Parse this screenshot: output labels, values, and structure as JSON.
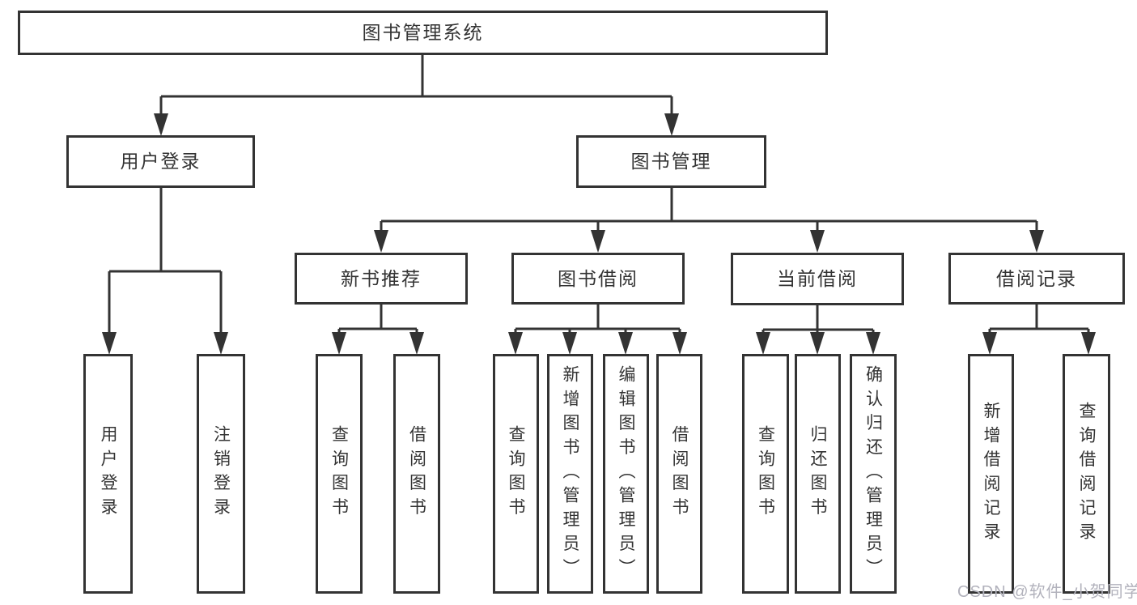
{
  "page": {
    "background_color": "#ffffff",
    "line_color": "#333333",
    "watermark_color": "#b2b2bc",
    "watermark": "CSDN @软件_小贺同学"
  },
  "diagram": {
    "root": "图书管理系统",
    "level2": {
      "user_login": "用户登录",
      "book_management": "图书管理"
    },
    "level3": {
      "new_book_recommend": "新书推荐",
      "book_borrow": "图书借阅",
      "current_borrow": "当前借阅",
      "borrow_records": "借阅记录"
    },
    "leaves": {
      "user_login": [
        "用户登录",
        "注销登录"
      ],
      "new_book_recommend": [
        "查询图书",
        "借阅图书"
      ],
      "book_borrow": [
        "查询图书",
        "新增图书（管理员）",
        "编辑图书（管理员）",
        "借阅图书"
      ],
      "current_borrow": [
        "查询图书",
        "归还图书",
        "确认归还（管理员）"
      ],
      "borrow_records": [
        "新增借阅记录",
        "查询借阅记录"
      ]
    }
  }
}
